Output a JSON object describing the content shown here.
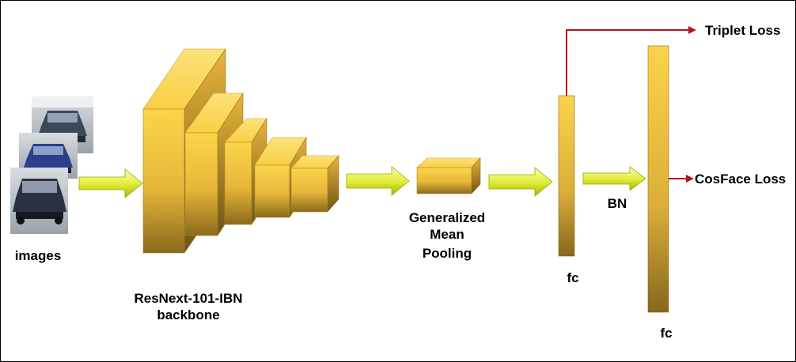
{
  "input": {
    "label": "images",
    "image_count": 3
  },
  "backbone": {
    "label_line1": "ResNext-101-IBN",
    "label_line2": "backbone",
    "block_count": 5
  },
  "pooling": {
    "label_line1": "Generalized",
    "label_line2": "Mean",
    "label_line3": "Pooling"
  },
  "fc1": {
    "label": "fc"
  },
  "bn": {
    "label": "BN"
  },
  "fc2": {
    "label": "fc"
  },
  "outputs": {
    "triplet": "Triplet Loss",
    "cosface": "CosFace Loss"
  },
  "colors": {
    "block_top": "#f7d24a",
    "block_bottom": "#8f6f1c",
    "arrow_fill_light": "#f0f87a",
    "arrow_fill_dark": "#b9c800",
    "loss_arrow": "#b01818"
  }
}
